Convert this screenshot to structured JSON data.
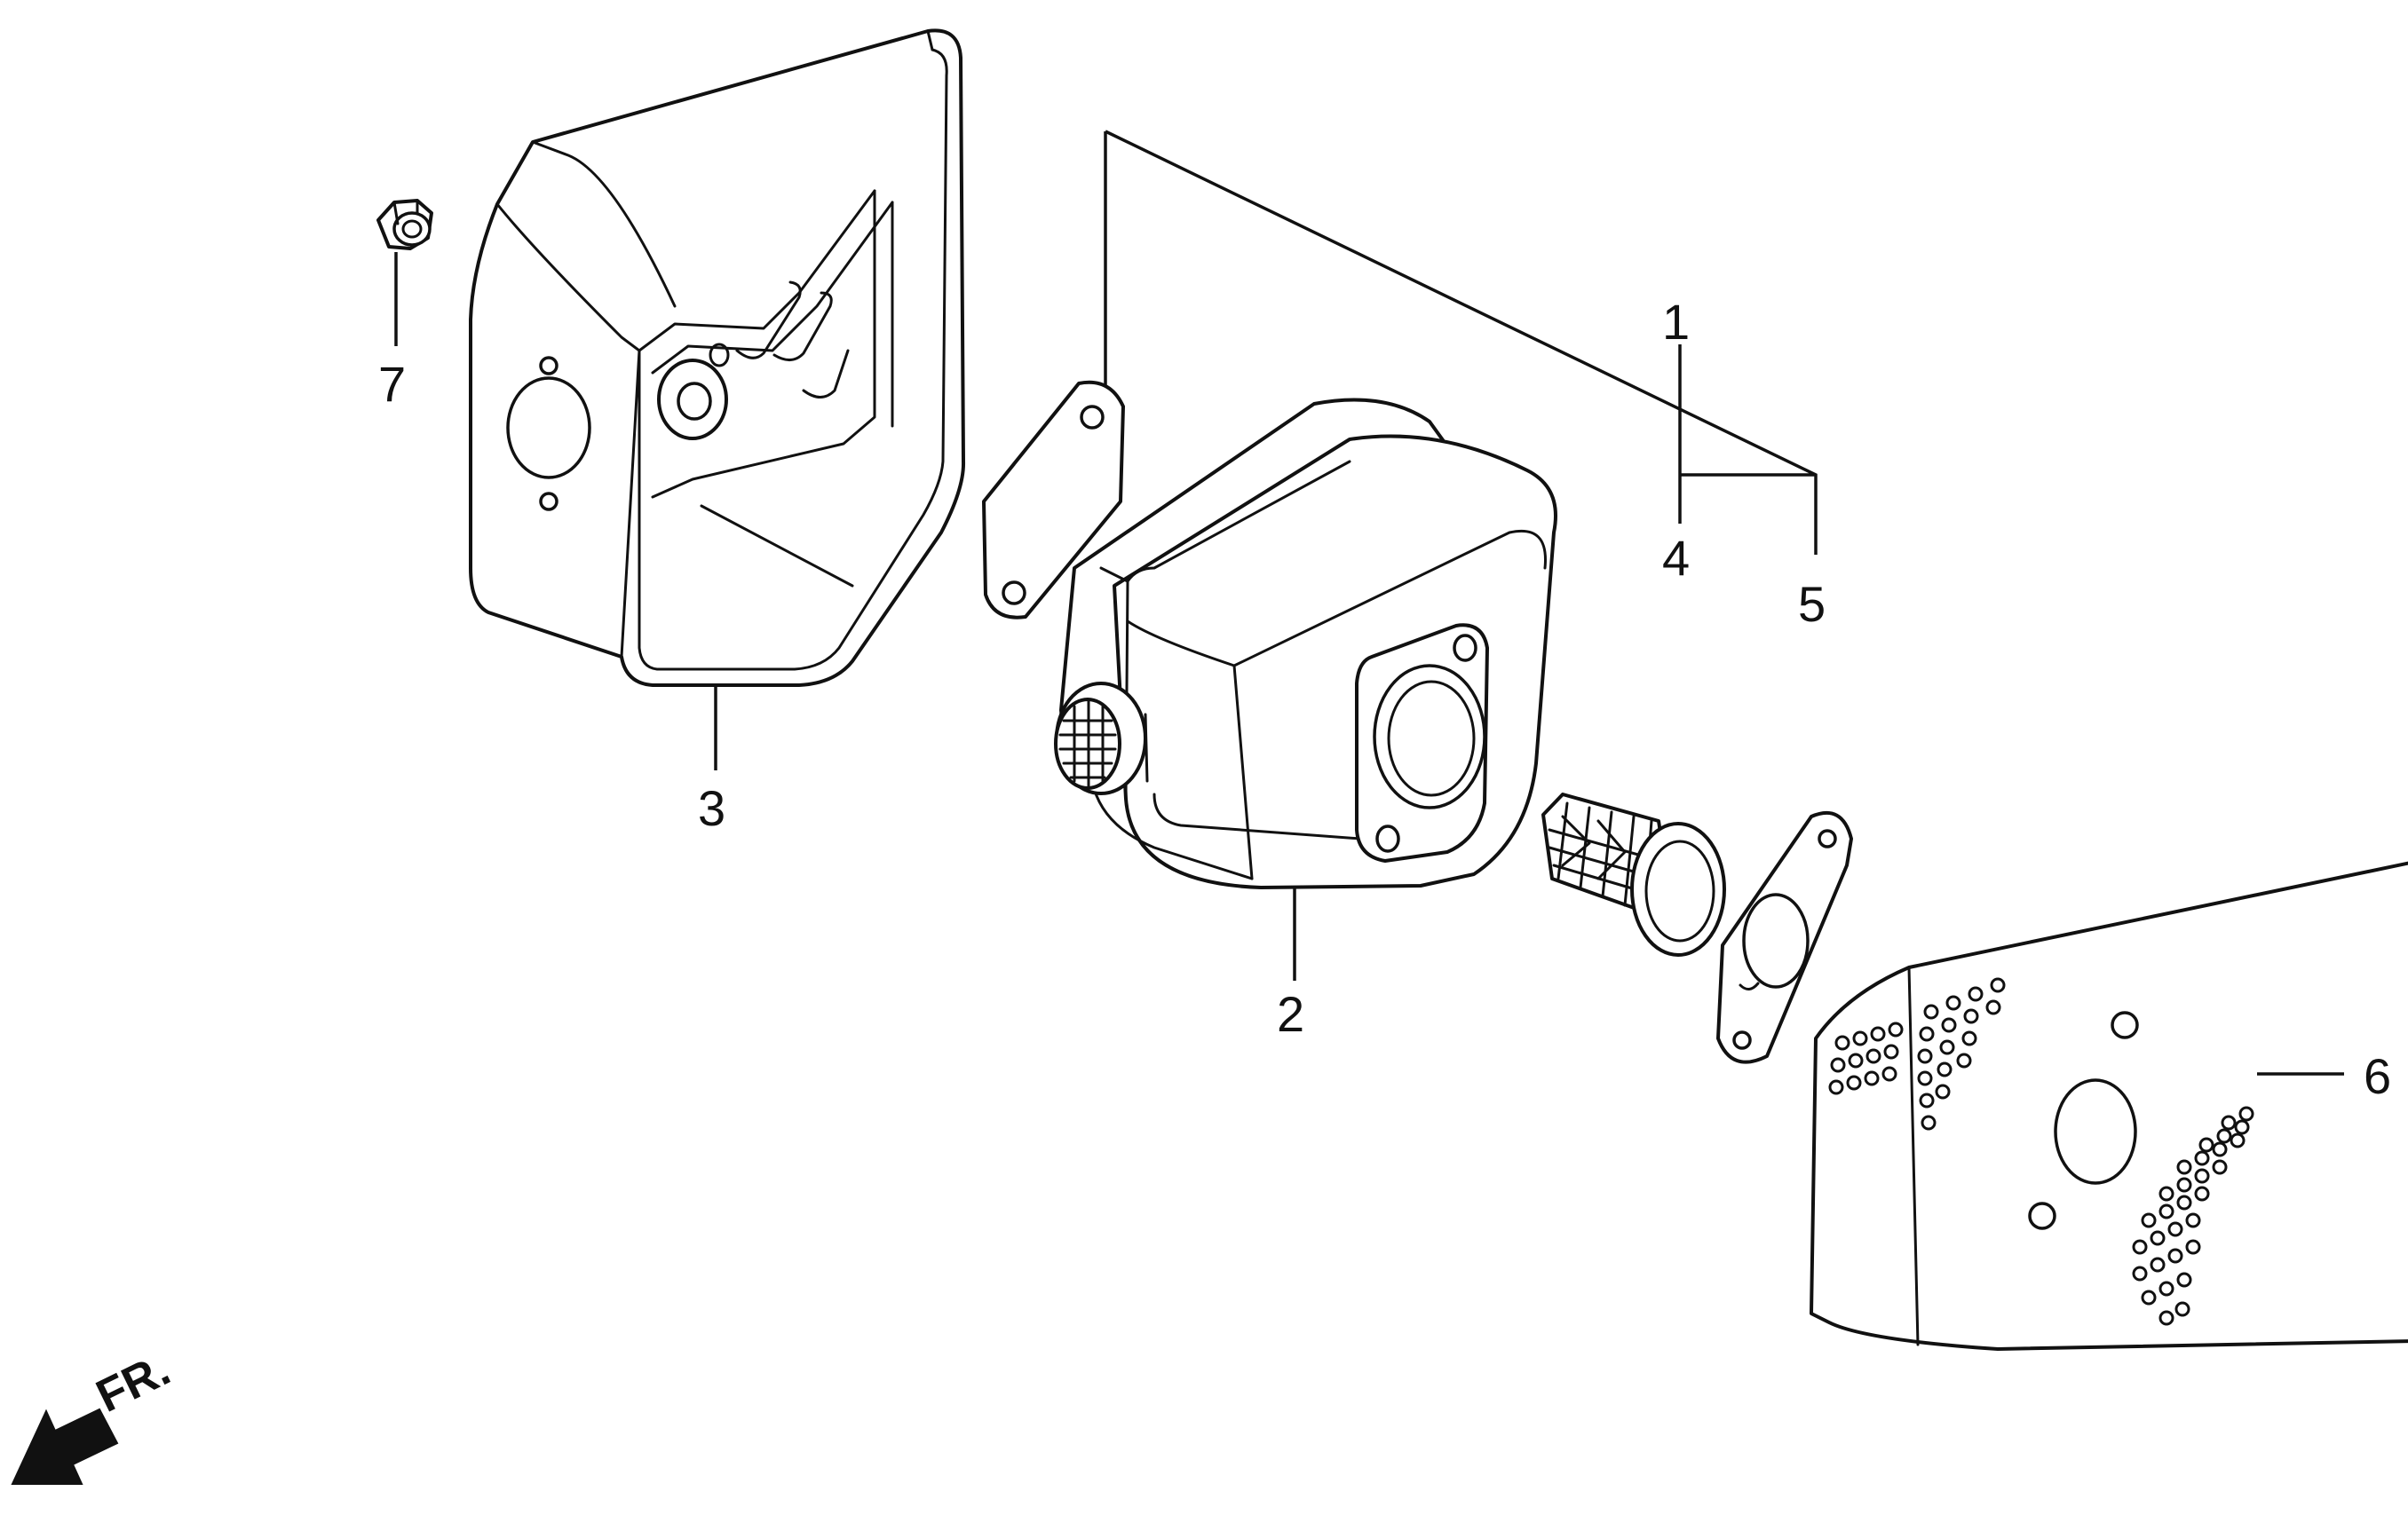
{
  "callouts": [
    {
      "id": "1",
      "label": "1"
    },
    {
      "id": "2",
      "label": "2"
    },
    {
      "id": "3",
      "label": "3"
    },
    {
      "id": "4",
      "label": "4"
    },
    {
      "id": "5",
      "label": "5"
    },
    {
      "id": "6",
      "label": "6"
    },
    {
      "id": "7",
      "label": "7"
    }
  ],
  "direction_marker": {
    "label": "FR."
  }
}
